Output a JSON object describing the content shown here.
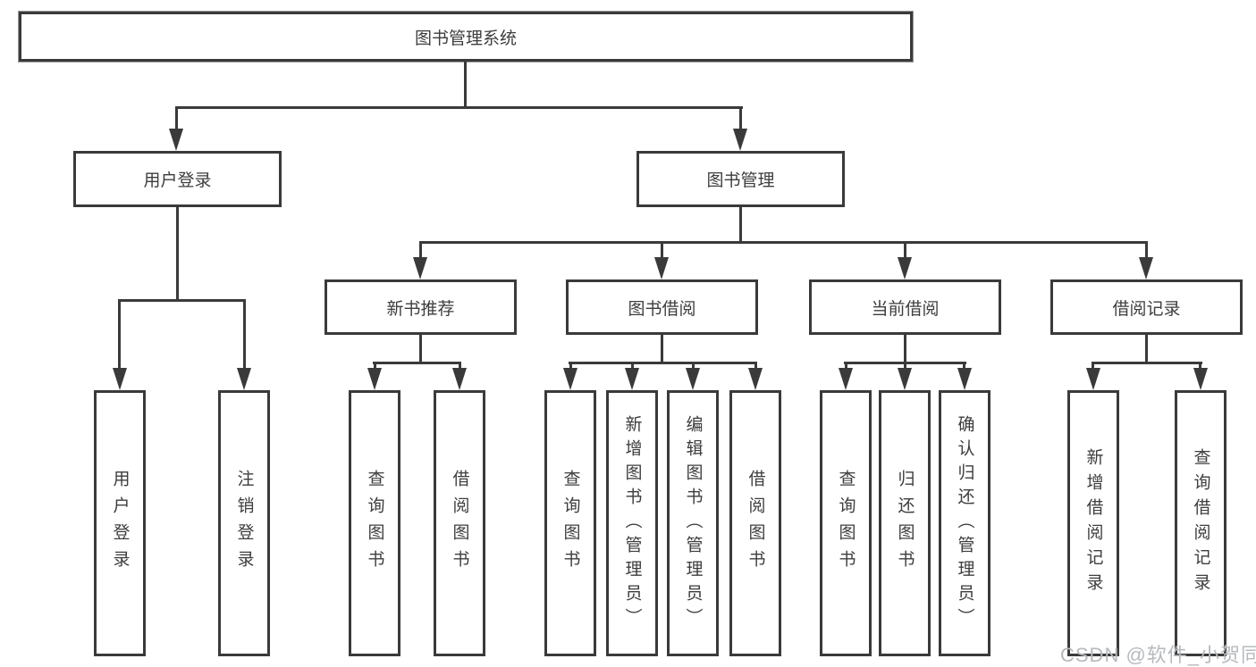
{
  "diagram": {
    "root": {
      "label": "图书管理系统"
    },
    "branches": [
      {
        "label": "用户登录",
        "leaves": [
          {
            "label": "用户登录"
          },
          {
            "label": "注销登录"
          }
        ]
      },
      {
        "label": "图书管理",
        "children": [
          {
            "label": "新书推荐",
            "leaves": [
              {
                "label": "查询图书"
              },
              {
                "label": "借阅图书"
              }
            ]
          },
          {
            "label": "图书借阅",
            "leaves": [
              {
                "label": "查询图书"
              },
              {
                "label": "新增图书（管理员）"
              },
              {
                "label": "编辑图书（管理员）"
              },
              {
                "label": "借阅图书"
              }
            ]
          },
          {
            "label": "当前借阅",
            "leaves": [
              {
                "label": "查询图书"
              },
              {
                "label": "归还图书"
              },
              {
                "label": "确认归还（管理员）"
              }
            ]
          },
          {
            "label": "借阅记录",
            "leaves": [
              {
                "label": "新增借阅记录"
              },
              {
                "label": "查询借阅记录"
              }
            ]
          }
        ]
      }
    ],
    "line_color": "#3a3a3a",
    "text_color": "#3d3d3d"
  },
  "watermark": {
    "text": "CSDN @软件_小贺同学",
    "color": "#b7babd"
  }
}
